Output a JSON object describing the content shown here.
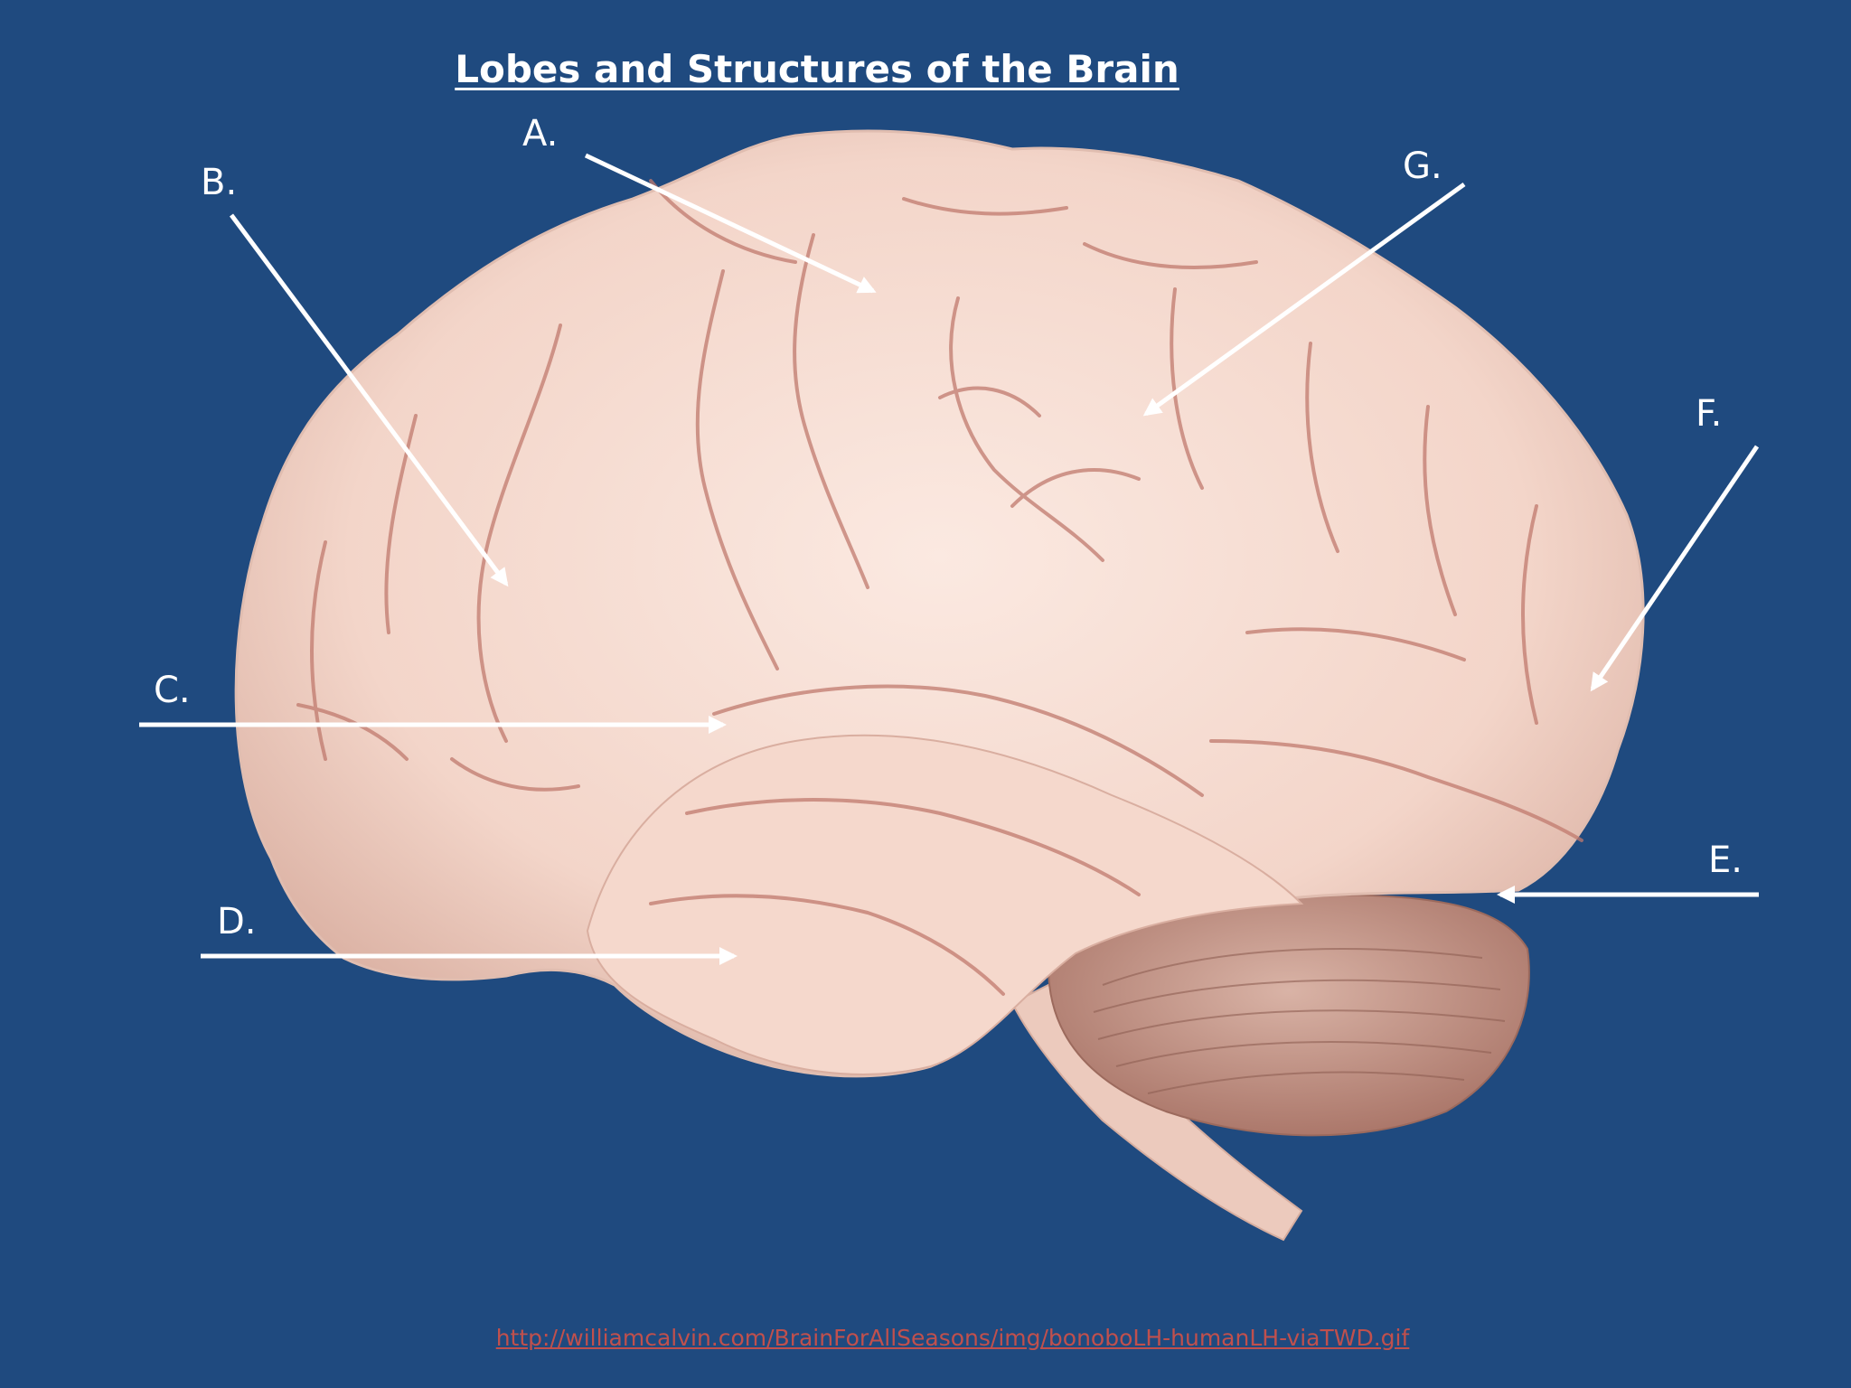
{
  "slide": {
    "title": "Lobes and Structures of the Brain",
    "source_link": "http://williamcalvin.com/BrainForAllSeasons/img/bonoboLH-humanLH-viaTWD.gif"
  },
  "labels": {
    "a": "A.",
    "b": "B.",
    "c": "C.",
    "d": "D.",
    "e": "E.",
    "f": "F.",
    "g": "G."
  },
  "colors": {
    "background": "#1f4a7f",
    "brain_tissue": "#f6ddd2",
    "sulcus": "#c07a6e",
    "cerebellum": "#c79c8f",
    "arrow": "#ffffff",
    "link": "#c0504d"
  }
}
